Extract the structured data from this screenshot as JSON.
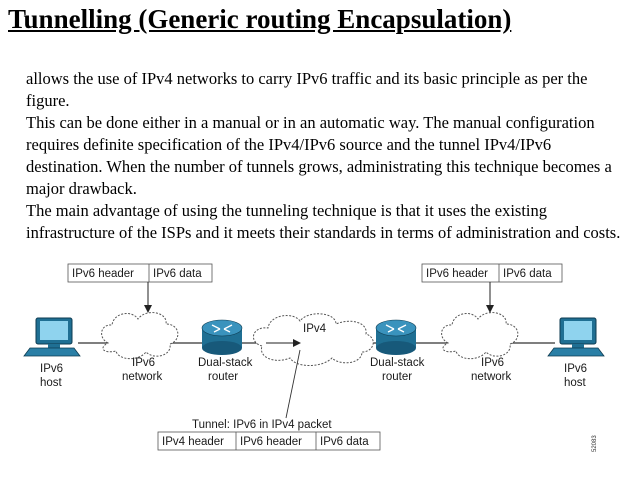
{
  "slide": {
    "title": "Tunnelling (Generic routing Encapsulation)",
    "paragraphs": [
      " allows the use of IPv4 networks to carry IPv6 traffic and its basic principle as per the figure.",
      " This can be done either in a manual or in an automatic way. The manual configuration requires definite specification of the IPv4/IPv6 source and the tunnel IPv4/IPv6 destination. When the number of tunnels grows, administrating this technique becomes a major drawback.",
      " The main advantage of using the tunneling technique is that it uses the existing infrastructure of the ISPs and it meets their standards in terms of administration and costs."
    ]
  },
  "diagram": {
    "left_header": [
      "IPv6 header",
      "IPv6 data"
    ],
    "right_header": [
      "IPv6 header",
      "IPv6 data"
    ],
    "left_host": [
      "IPv6",
      "host"
    ],
    "left_network": [
      "IPv6",
      "network"
    ],
    "left_router": [
      "Dual-stack",
      "router"
    ],
    "ipv4_cloud": "IPv4",
    "right_router": [
      "Dual-stack",
      "router"
    ],
    "right_network": [
      "IPv6",
      "network"
    ],
    "right_host": [
      "IPv6",
      "host"
    ],
    "tunnel_label": "Tunnel: IPv6 in IPv4 packet",
    "tunnel_packet": [
      "IPv4 header",
      "IPv6 header",
      "IPv6 data"
    ],
    "figure_code": "52083"
  }
}
